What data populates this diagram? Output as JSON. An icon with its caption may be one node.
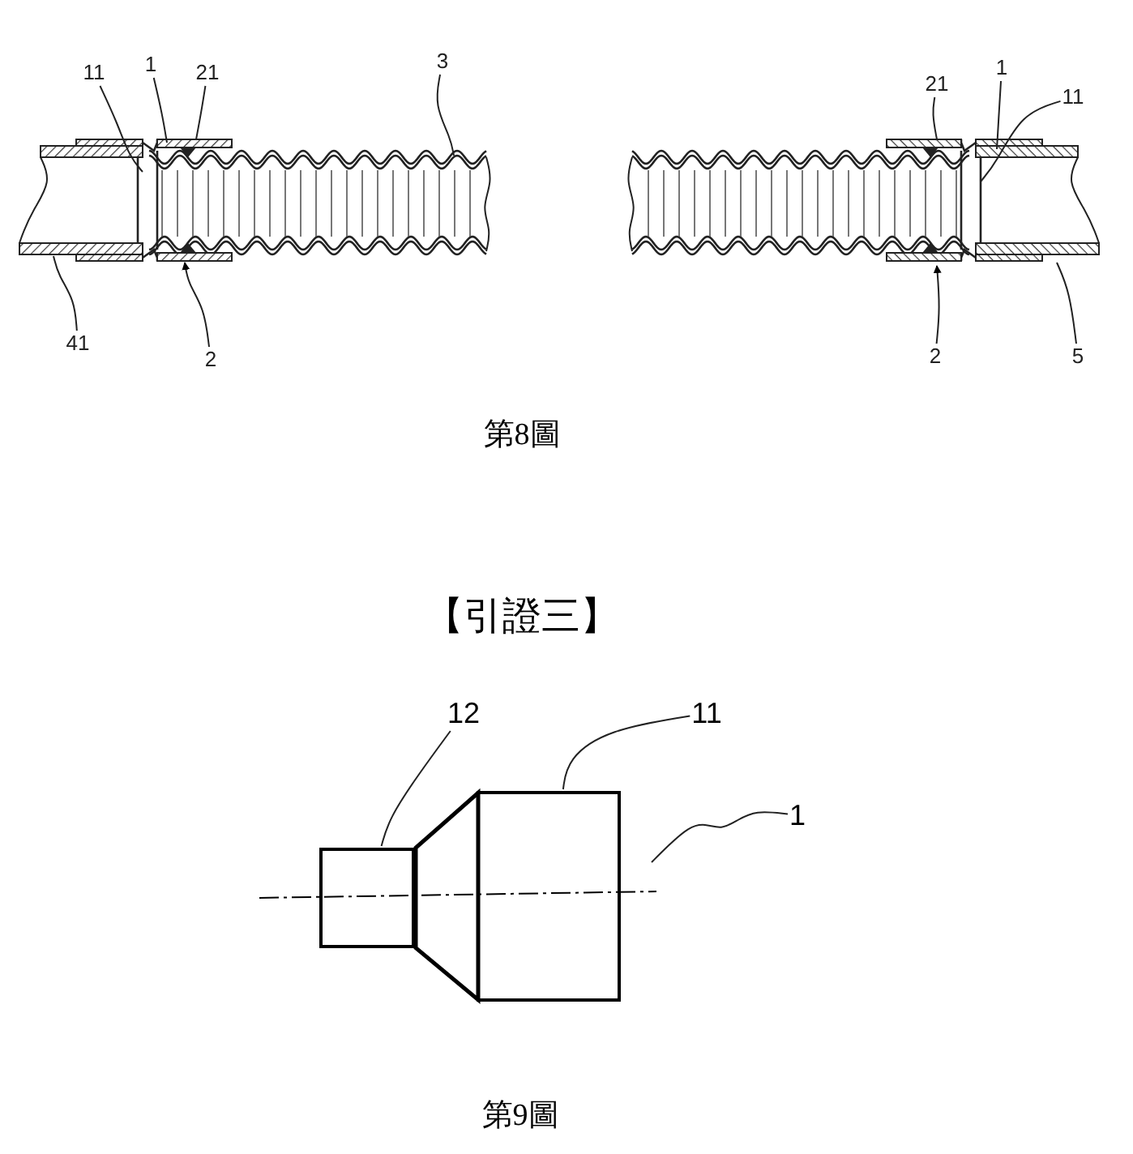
{
  "diagram": {
    "nodes": [
      {
        "text": [
          "11"
        ]
      },
      {
        "text": [
          "1"
        ]
      },
      {
        "text": [
          "21"
        ]
      },
      {
        "text": [
          "3"
        ]
      },
      {
        "text": [
          "41"
        ]
      },
      {
        "text": [
          "2"
        ]
      },
      {
        "text": [
          "21"
        ]
      },
      {
        "text": [
          "1"
        ]
      },
      {
        "text": [
          "11"
        ]
      },
      {
        "text": [
          "2"
        ]
      },
      {
        "text": [
          "5"
        ]
      },
      {
        "text": [
          "12"
        ]
      },
      {
        "text": [
          "11"
        ]
      },
      {
        "text": [
          "1"
        ]
      },
      {
        "text": [],
        "shape": "box"
      },
      {
        "text": [],
        "shape": "trapezoid"
      },
      {
        "text": [],
        "shape": "box"
      }
    ],
    "edges": [
      {
        "from": 0,
        "to": null,
        "arrow": "none"
      },
      {
        "from": 1,
        "to": null,
        "arrow": "none"
      },
      {
        "from": 2,
        "to": null,
        "arrow": "none"
      },
      {
        "from": 3,
        "to": null,
        "arrow": "none"
      },
      {
        "from": 4,
        "to": null,
        "arrow": "none"
      },
      {
        "from": 5,
        "to": null,
        "arrow": "to"
      },
      {
        "from": 6,
        "to": null,
        "arrow": "none"
      },
      {
        "from": 7,
        "to": null,
        "arrow": "none"
      },
      {
        "from": 8,
        "to": null,
        "arrow": "none"
      },
      {
        "from": 9,
        "to": null,
        "arrow": "to"
      },
      {
        "from": 10,
        "to": null,
        "arrow": "none"
      },
      {
        "from": 11,
        "to": 14,
        "arrow": "none"
      },
      {
        "from": 12,
        "to": 16,
        "arrow": "none"
      },
      {
        "from": 13,
        "to": null,
        "arrow": "none"
      }
    ],
    "labels": [
      "第8圖",
      "【引證三】",
      "第9圖"
    ]
  }
}
